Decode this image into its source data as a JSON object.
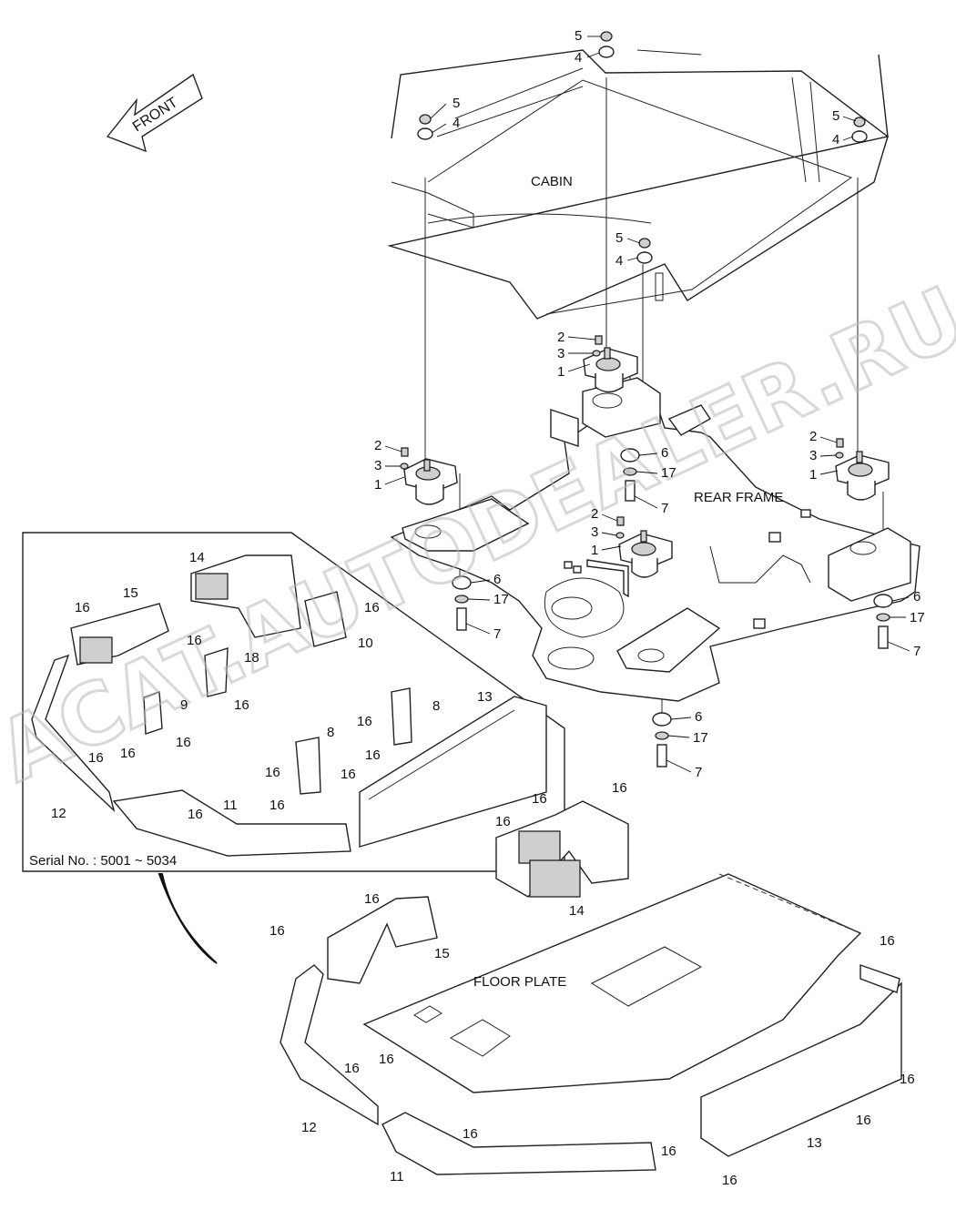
{
  "labels": {
    "front": "FRONT",
    "cabin": "CABIN",
    "rear_frame": "REAR FRAME",
    "floor_plate": "FLOOR PLATE",
    "serial_no": "Serial No. : 5001 ~ 5034",
    "watermark": "ACAT.AUTODEALER.RU"
  },
  "callouts": {
    "p1": "1",
    "p2": "2",
    "p3": "3",
    "p4": "4",
    "p5": "5",
    "p6": "6",
    "p7": "7",
    "p8": "8",
    "p9": "9",
    "p10": "10",
    "p11": "11",
    "p12": "12",
    "p13": "13",
    "p14": "14",
    "p15": "15",
    "p16": "16",
    "p17": "17",
    "p18": "18"
  }
}
